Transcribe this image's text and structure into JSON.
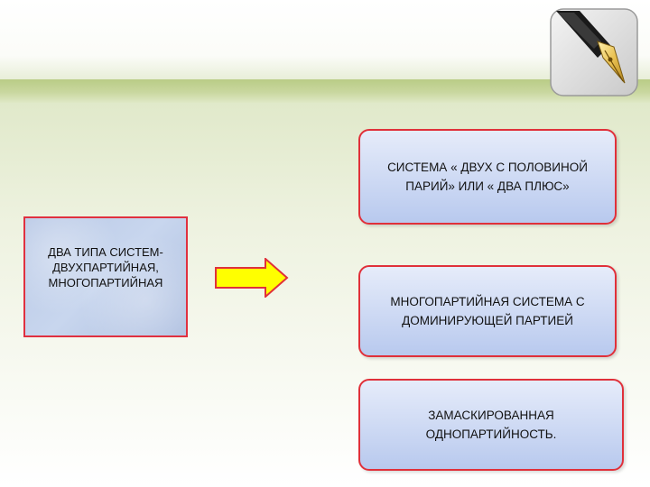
{
  "diagram": {
    "source_box": {
      "lines": [
        "ДВА ТИПА СИСТЕМ-",
        "ДВУХПАРТИЙНАЯ,",
        "МНОГОПАРТИЙНАЯ"
      ]
    },
    "target_boxes": [
      {
        "lines": [
          "СИСТЕМА « ДВУХ С ПОЛОВИНОЙ",
          "ПАРИЙ» ИЛИ « ДВА ПЛЮС»"
        ]
      },
      {
        "lines": [
          "МНОГОПАРТИЙНАЯ СИСТЕМА  С",
          "ДОМИНИРУЮЩЕЙ  ПАРТИЕЙ"
        ]
      },
      {
        "lines": [
          "ЗАМАСКИРОВАННАЯ",
          "ОДНОПАРТИЙНОСТЬ."
        ]
      }
    ],
    "colors": {
      "box_border": "#e0303a",
      "arrow_fill": "#ffff00",
      "arrow_stroke": "#e0303a",
      "header_bar": "#b9cc86"
    }
  },
  "icons": {
    "logo": "fountain-pen-icon"
  }
}
